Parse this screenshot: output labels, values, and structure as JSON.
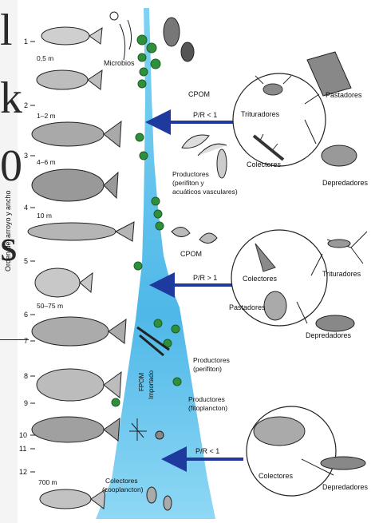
{
  "vertical_axis_label": "Orden del arroyo y ancho",
  "edge_glyphs": [
    "l",
    "k",
    "0",
    "s"
  ],
  "stream_orders": [
    "1",
    "2",
    "3",
    "4",
    "5",
    "6",
    "7",
    "8",
    "9",
    "10",
    "11",
    "12"
  ],
  "widths": [
    "0,5 m",
    "1–2 m",
    "4–6 m",
    "10 m",
    "50–75 m",
    "700 m"
  ],
  "labels": {
    "microbios": "Microbios",
    "cpom_top": "CPOM",
    "cpom_mid": "CPOM",
    "productores_perifiton_vasc": [
      "Productores",
      "(perifiton y",
      "acuáticos vasculares)"
    ],
    "productores_perifiton": [
      "Productores",
      "(perifiton)"
    ],
    "productores_fitoplancton": [
      "Productores",
      "(fitoplancton)"
    ],
    "colectores_zooplancton": [
      "Colectores",
      "(zooplancton)"
    ],
    "fpom": "FPOM",
    "importado": "Importado"
  },
  "ratios": {
    "top": "P/R < 1",
    "mid": "P/R > 1",
    "bottom": "P/R < 1"
  },
  "circle_top": {
    "trituradores": "Trituradores",
    "colectores": "Colectores",
    "pastadores": "Pastadores",
    "depredadores": "Depredadores"
  },
  "circle_mid": {
    "colectores": "Colectores",
    "trituradores": "Trituradores",
    "pastadores": "Pastadores",
    "depredadores": "Depredadores"
  },
  "circle_bottom": {
    "colectores": "Colectores",
    "depredadores": "Depredadores"
  },
  "colors": {
    "stream": "#5fc3ea",
    "stream_dark": "#2f9fd6",
    "arrow": "#1f3a9e",
    "leaf": "#2f8f3a"
  }
}
